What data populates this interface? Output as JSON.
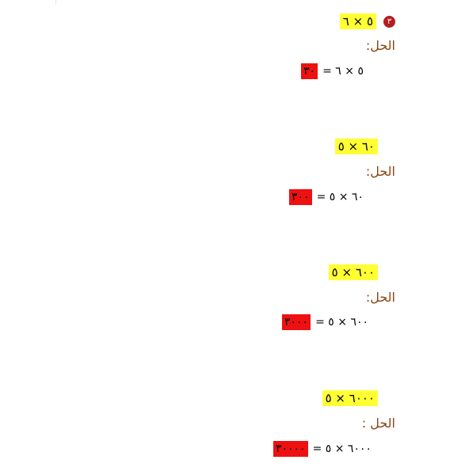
{
  "problem_number": "٣",
  "solution_label": "الحل:",
  "solution_label_spaced": "الحل :",
  "problems": [
    {
      "question": "٥ × ٦",
      "equation": "= ٥ × ٦",
      "answer": "٣٠"
    },
    {
      "question": "٦٠ × ٥",
      "equation": "= ٦٠ × ٥",
      "answer": "٣٠٠"
    },
    {
      "question": "٦٠٠ × ٥",
      "equation": "= ٦٠٠ × ٥",
      "answer": "٣٠٠٠"
    },
    {
      "question": "٦٠٠٠ × ٥",
      "equation": "= ٦٠٠٠ × ٥",
      "answer": "٣٠٠٠٠"
    }
  ]
}
